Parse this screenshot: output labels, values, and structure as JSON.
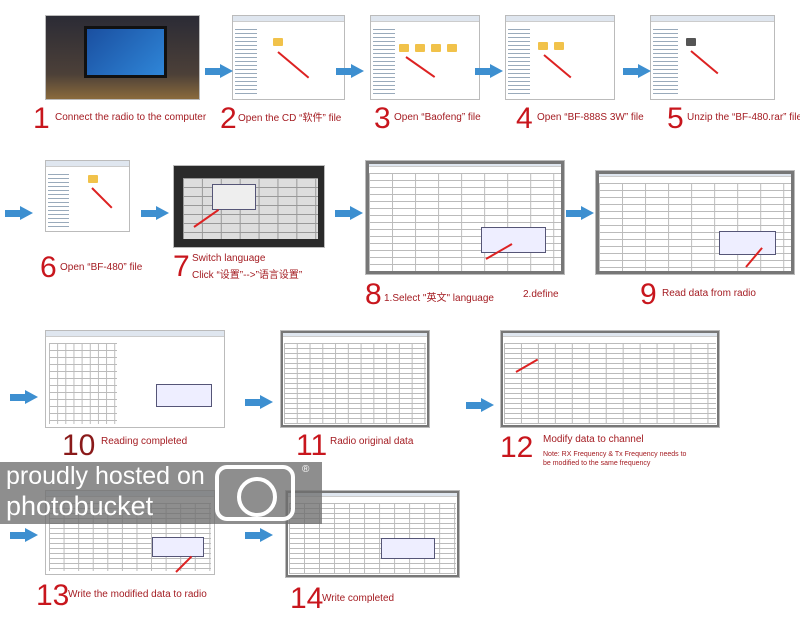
{
  "steps": [
    {
      "num": "1",
      "text": "Connect the radio to the computer"
    },
    {
      "num": "2",
      "text": "Open the CD “软件” file"
    },
    {
      "num": "3",
      "text": "Open “Baofeng” file"
    },
    {
      "num": "4",
      "text": "Open “BF-888S 3W” file"
    },
    {
      "num": "5",
      "text": "Unzip the “BF-480.rar” file"
    },
    {
      "num": "6",
      "text": "Open “BF-480” file"
    },
    {
      "num": "7",
      "text": "Switch language",
      "text2": "Click “设置”-->”语言设置”"
    },
    {
      "num": "8",
      "text": "1.Select \"英文\" language",
      "text2": "2.define"
    },
    {
      "num": "9",
      "text": "Read data from radio"
    },
    {
      "num": "10",
      "text": "Reading completed"
    },
    {
      "num": "11",
      "text": "Radio original data"
    },
    {
      "num": "12",
      "text": "Modify data to channel",
      "note": "Note: RX Frequency & Tx Frequency needs to be modified to the same frequency"
    },
    {
      "num": "13",
      "text": "Write the modified data to radio"
    },
    {
      "num": "14",
      "text": "Write completed"
    }
  ],
  "watermark": {
    "line1": "proudly hosted on",
    "line2": "photobucket",
    "reg": "®"
  },
  "colors": {
    "accent": "#c8161d",
    "arrow": "#3d8fd0"
  }
}
